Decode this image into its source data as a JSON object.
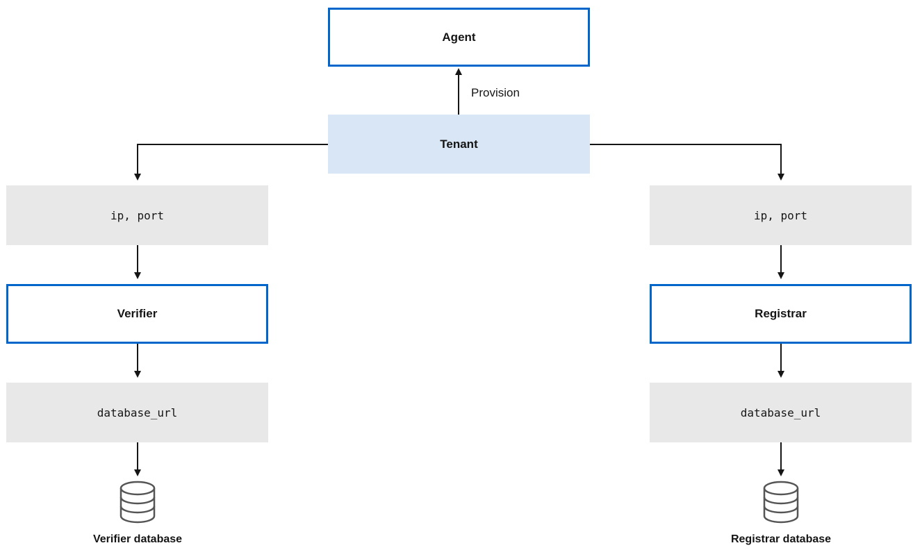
{
  "nodes": {
    "agent": "Agent",
    "tenant": "Tenant",
    "verifier": "Verifier",
    "registrar": "Registrar"
  },
  "params": {
    "verifier_ip_port": "ip, port",
    "registrar_ip_port": "ip, port",
    "verifier_db_url": "database_url",
    "registrar_db_url": "database_url"
  },
  "edges": {
    "provision_label": "Provision"
  },
  "databases": {
    "verifier": "Verifier database",
    "registrar": "Registrar database"
  },
  "colors": {
    "outline_blue": "#0066cc",
    "tenant_fill": "#d8e6f5",
    "param_fill": "#e8e8e8",
    "line": "#151515",
    "db_stroke": "#555555"
  }
}
